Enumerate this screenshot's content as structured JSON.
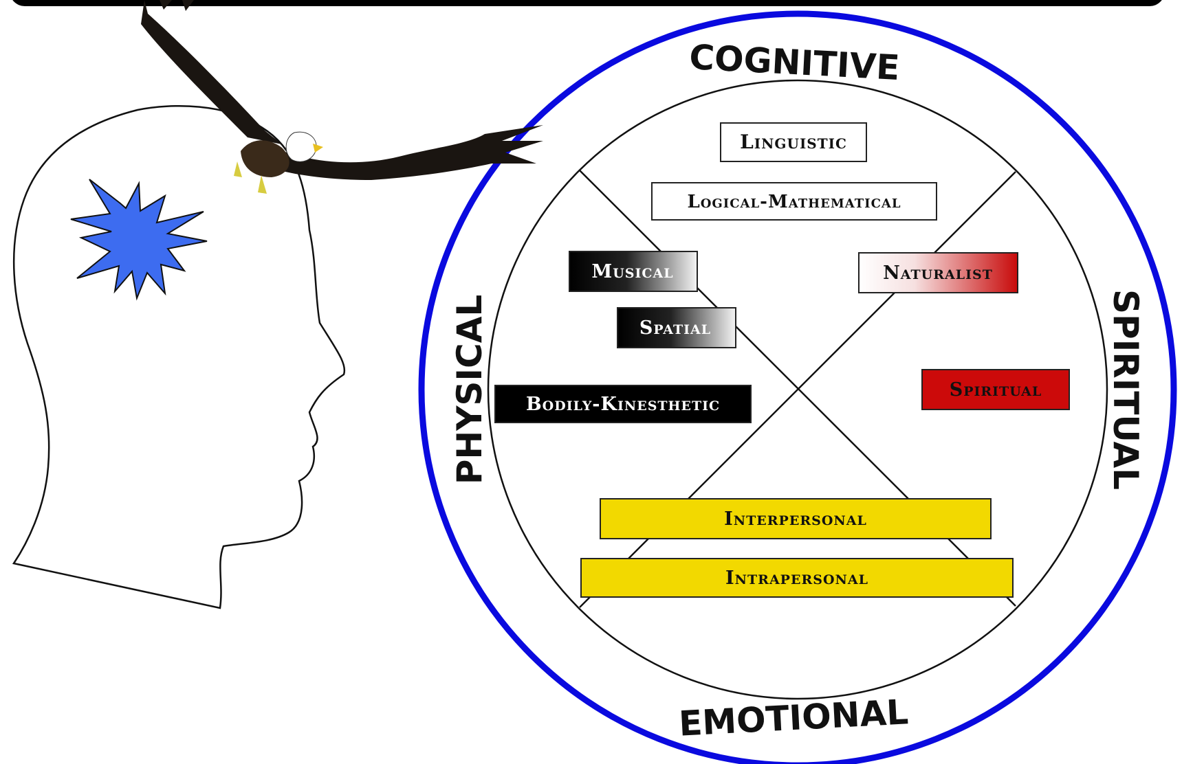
{
  "quadrants": {
    "top": "COGNITIVE",
    "left": "PHYSICAL",
    "right": "SPIRITUAL",
    "bottom": "EMOTIONAL"
  },
  "intelligences": [
    {
      "label": "Linguistic",
      "fill": "#ffffff",
      "text": "#111111"
    },
    {
      "label": "Logical-Mathematical",
      "fill": "#ffffff",
      "text": "#111111"
    },
    {
      "label": "Musical",
      "fill": "black-to-white",
      "text": "#ffffff"
    },
    {
      "label": "Spatial",
      "fill": "black-to-white",
      "text": "#ffffff"
    },
    {
      "label": "Naturalist",
      "fill": "white-to-red",
      "text": "#111111"
    },
    {
      "label": "Bodily-Kinesthetic",
      "fill": "#000000",
      "text": "#ffffff"
    },
    {
      "label": "Spiritual",
      "fill": "#cc0a0a",
      "text": "#111111"
    },
    {
      "label": "Interpersonal",
      "fill": "#f2d900",
      "text": "#111111"
    },
    {
      "label": "Intrapersonal",
      "fill": "#f2d900",
      "text": "#111111"
    }
  ],
  "colors": {
    "outer_ring": "#0a0adf",
    "burst": "#3d6cf0",
    "yellow": "#f2d900",
    "red": "#cc0a0a"
  },
  "icons": [
    "head-silhouette",
    "idea-burst-icon",
    "eagle-icon"
  ]
}
